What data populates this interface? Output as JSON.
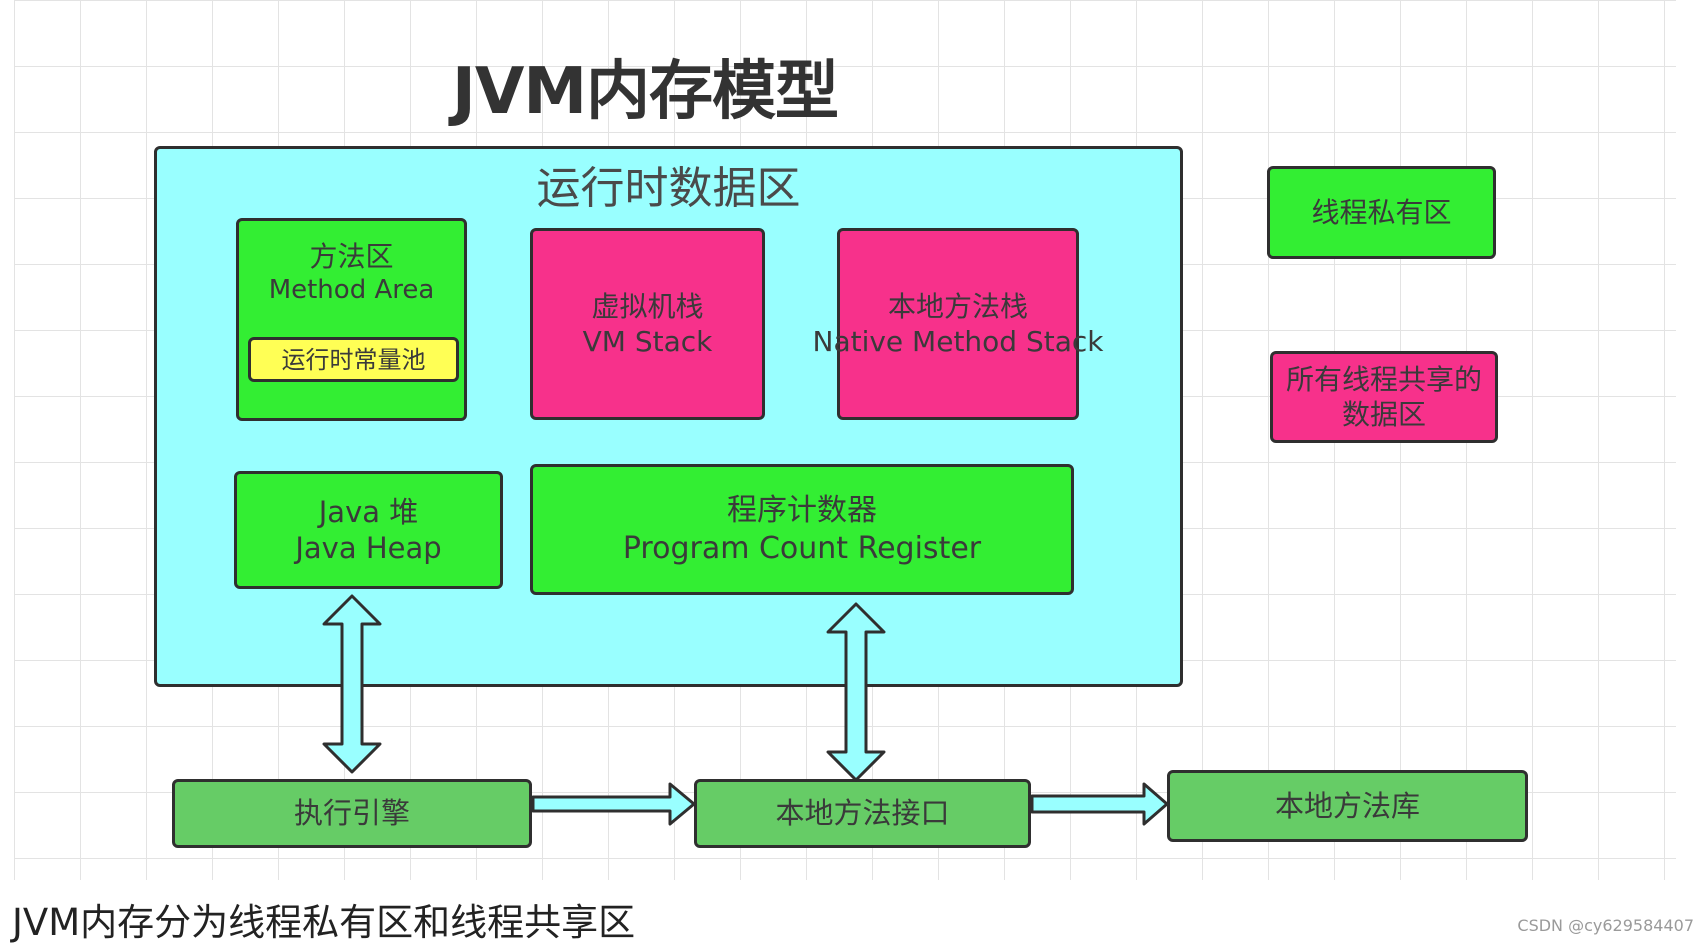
{
  "title": "JVM内存模型",
  "runtime_area": {
    "label": "运行时数据区"
  },
  "method_area": {
    "zh": "方法区",
    "en": "Method Area",
    "pool": "运行时常量池"
  },
  "vm_stack": {
    "zh": "虚拟机栈",
    "en": "VM Stack"
  },
  "native_stack": {
    "zh": "本地方法栈",
    "en": "Native Method Stack"
  },
  "java_heap": {
    "zh": "Java 堆",
    "en": "Java Heap"
  },
  "pc_register": {
    "zh": "程序计数器",
    "en": "Program Count Register"
  },
  "legend": {
    "private": "线程私有区",
    "shared_line1": "所有线程共享的",
    "shared_line2": "数据区"
  },
  "bottom": {
    "exec_engine": "执行引擎",
    "native_interface": "本地方法接口",
    "native_library": "本地方法库"
  },
  "caption": "JVM内存分为线程私有区和线程共享区",
  "watermark": "CSDN @cy629584407",
  "colors": {
    "runtime_bg": "#99ffff",
    "private_green": "#33ee33",
    "shared_pink": "#f7318b",
    "engine_green": "#66cc66",
    "pool_yellow": "#ffff55",
    "arrow_fill": "#99ffff"
  }
}
